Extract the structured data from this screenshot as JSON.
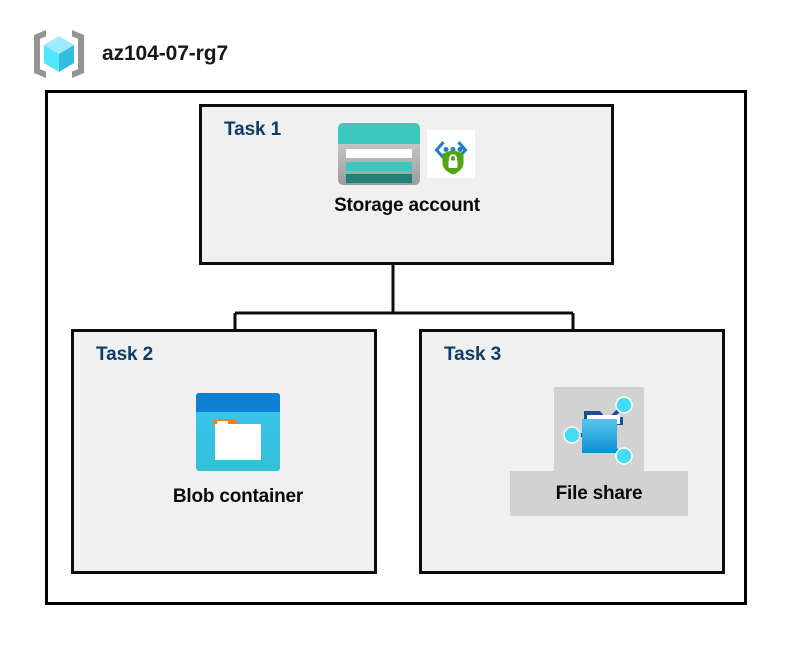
{
  "resource_group": {
    "icon": "resource-group-cube-icon",
    "name": "az104-07-rg7"
  },
  "diagram": {
    "type": "hierarchy",
    "root": "Storage account",
    "children": [
      "Blob container",
      "File share"
    ],
    "tasks": [
      {
        "id": "task1",
        "label": "Task 1",
        "node_caption": "Storage account",
        "icons": [
          "storage-account-icon",
          "private-endpoint-shield-icon"
        ],
        "highlighted": false
      },
      {
        "id": "task2",
        "label": "Task 2",
        "node_caption": "Blob container",
        "icons": [
          "blob-container-icon"
        ],
        "highlighted": false
      },
      {
        "id": "task3",
        "label": "Task 3",
        "node_caption": "File share",
        "icons": [
          "file-share-icon"
        ],
        "highlighted": true
      }
    ]
  },
  "colors": {
    "task_label": "#0e3d68",
    "caption": "#0a0a0a",
    "box_border": "#0d0d0d",
    "box_fill": "#f0f0f0",
    "frame_fill": "#ffffff",
    "highlight_fill": "#d2d2d2",
    "connector": "#0d0d0d",
    "storage_teal": "#3cc8bd",
    "storage_teal_dark": "#218078",
    "blob_blue": "#0f7fd4",
    "blob_cyan": "#32c3e8",
    "blob_orange": "#f08125",
    "fileshare_blue": "#32a8dd",
    "fileshare_node": "#42dcf5",
    "shield_green": "#53a318",
    "bracket_gray": "#8d8d8d",
    "cube_cyan": "#50e6ff"
  }
}
